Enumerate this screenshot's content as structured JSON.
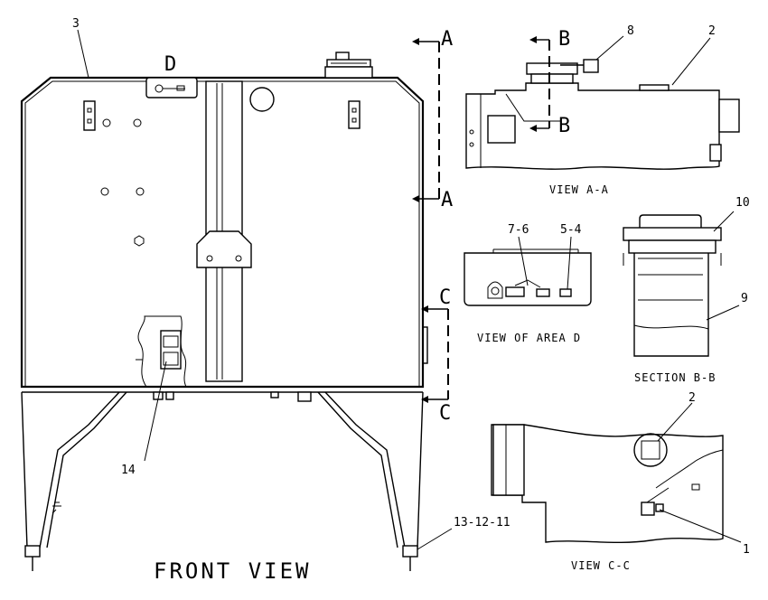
{
  "front_view": {
    "title": "FRONT VIEW",
    "callouts": {
      "tank": "3",
      "area_d": "D",
      "item_14": "14",
      "items_13_12_11": "13-12-11"
    },
    "section_a_top": "A",
    "section_a_bottom": "A",
    "section_c_top": "C",
    "section_c_bottom": "C"
  },
  "view_a_a": {
    "title": "VIEW A-A",
    "callouts": {
      "item_8": "8",
      "item_2": "2"
    },
    "section_b_top": "B",
    "section_b_bottom": "B"
  },
  "view_area_d": {
    "title": "VIEW OF AREA D",
    "callouts": {
      "items_7_6": "7-6",
      "items_5_4": "5-4"
    }
  },
  "section_b_b": {
    "title": "SECTION B-B",
    "callouts": {
      "item_10": "10",
      "item_9": "9"
    }
  },
  "view_c_c": {
    "title": "VIEW C-C",
    "callouts": {
      "item_2": "2",
      "item_1": "1"
    }
  }
}
